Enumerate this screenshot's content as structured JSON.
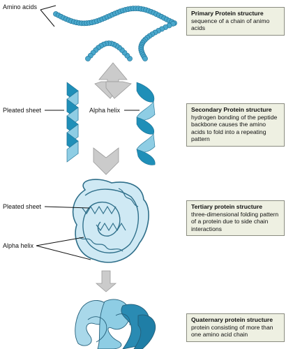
{
  "labels": {
    "amino_acids": "Amino acids",
    "pleated_sheet_secondary": "Pleated sheet",
    "alpha_helix_secondary": "Alpha helix",
    "pleated_sheet_tertiary": "Pleated sheet",
    "alpha_helix_tertiary": "Alpha helix"
  },
  "boxes": [
    {
      "title": "Primary Protein structure",
      "desc": "sequence of a chain of animo acids"
    },
    {
      "title": "Secondary Protein structure",
      "desc": "hydrogen bonding of the peptide backbone causes the amino acids to fold into a repeating pattern"
    },
    {
      "title": "Tertiary protein structure",
      "desc": "three-dimensional folding pattern of a protein due to side chain interactions"
    },
    {
      "title": "Quaternary protein structure",
      "desc": "protein consisting of more than one amino acid chain"
    }
  ],
  "colors": {
    "bead": "#4aa8cc",
    "bead_outline": "#1c6f94",
    "sheet_dark": "#1f8fb8",
    "sheet_light": "#8ecde4",
    "ribbon_outline": "#245f7a",
    "arrow": "#cbcbcb",
    "box_bg": "#eef0e2"
  }
}
